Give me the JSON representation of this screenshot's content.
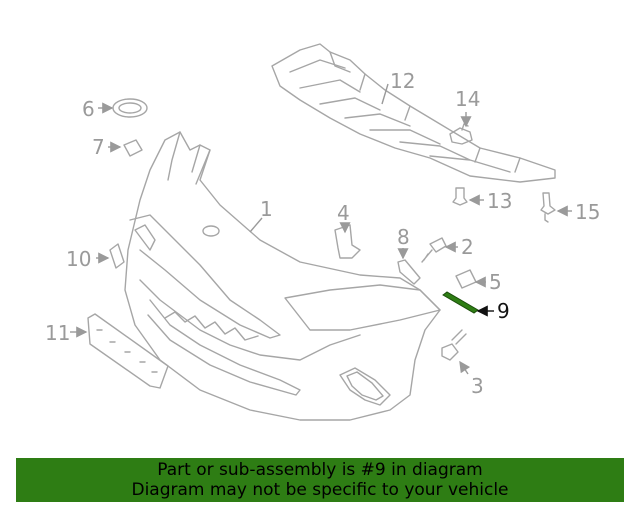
{
  "callouts": {
    "c1": "1",
    "c2": "2",
    "c3": "3",
    "c4": "4",
    "c5": "5",
    "c6": "6",
    "c7": "7",
    "c8": "8",
    "c9": "9",
    "c10": "10",
    "c11": "11",
    "c12": "12",
    "c13": "13",
    "c14": "14",
    "c15": "15"
  },
  "highlight": {
    "part": "9",
    "color": "#2e7d14"
  },
  "banner": {
    "line1": "Part or sub-assembly is #9 in diagram",
    "line2": "Diagram may not be specific to your vehicle",
    "background": "#2e7d14"
  }
}
